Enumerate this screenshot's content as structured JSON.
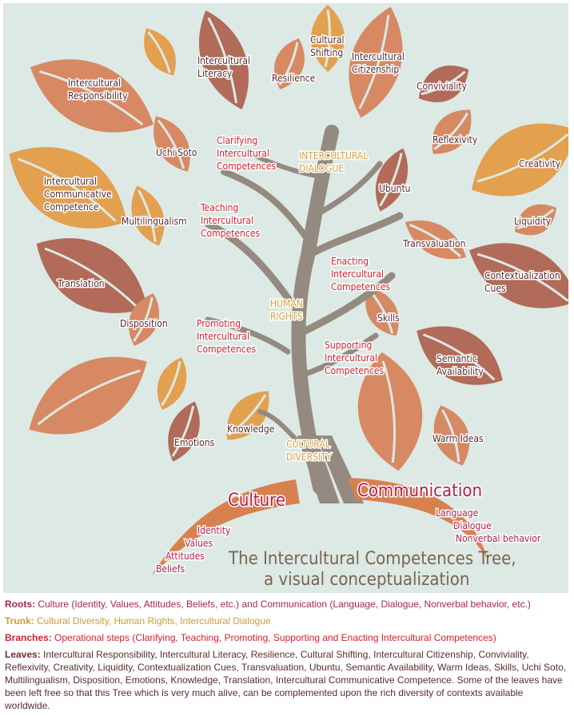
{
  "colors": {
    "background": "#dce9e5",
    "leaf_orange": "#e3a04f",
    "leaf_brown": "#b16b58",
    "leaf_salmon": "#d78963",
    "trunk": "#948a80",
    "roots": "#d9804f"
  },
  "leaves": {
    "responsibility": [
      "Intercultural",
      "Responsibility"
    ],
    "literacy": [
      "Intercultural",
      "Literacy"
    ],
    "resilience": "Resilience",
    "shifting": [
      "Cultural",
      "Shifting"
    ],
    "citizenship": [
      "Intercultural",
      "Citizenship"
    ],
    "conviviality": "Conviviality",
    "reflexivity": "Reflexivity",
    "creativity": "Creativity",
    "liquidity": "Liquidity",
    "contextualization": [
      "Contextualization",
      "Cues"
    ],
    "transvaluation": "Transvaluation",
    "ubuntu": "Ubuntu",
    "semantic": [
      "Semantic",
      "Availability"
    ],
    "warm": "Warm Ideas",
    "skills": "Skills",
    "uchi": "Uchi Soto",
    "multilingualism": "Multilingualism",
    "icc": [
      "Intercultural",
      "Communicative",
      "Competence"
    ],
    "translation": "Translation",
    "disposition": "Disposition",
    "emotions": "Emotions",
    "knowledge": "Knowledge"
  },
  "branches": {
    "clarifying": [
      "Clarifying",
      "Intercultural",
      "Competences"
    ],
    "teaching": [
      "Teaching",
      "Intercultural",
      "Competences"
    ],
    "enacting": [
      "Enacting",
      "Intercultural",
      "Competences"
    ],
    "promoting": [
      "Promoting",
      "Intercultural",
      "Competences"
    ],
    "supporting": [
      "Supporting",
      "Intercultural",
      "Competences"
    ]
  },
  "trunk": {
    "dialogue": [
      "INTERCULTURAL",
      "DIALOGUE"
    ],
    "rights": [
      "HUMAN",
      "RIGHTS"
    ],
    "diversity": [
      "CULTURAL",
      "DIVERSITY"
    ]
  },
  "roots": {
    "culture": "Culture",
    "culture_items": [
      "Identity",
      "Values",
      "Attitudes",
      "Beliefs"
    ],
    "communication": "Communication",
    "communication_items": [
      "Language",
      "Dialogue",
      "Nonverbal behavior"
    ]
  },
  "title": [
    "The Intercultural Competences Tree,",
    "a visual conceptualization"
  ],
  "caption": {
    "roots_label": "Roots:",
    "roots_text": " Culture (Identity, Values, Attitudes, Beliefs, etc.) and Communication (Language, Dialogue, Nonverbal behavior, etc.)",
    "trunk_label": "Trunk:",
    "trunk_text": " Cultural Diversity, Human Rights, Intercultural Dialogue",
    "branches_label": "Branches:",
    "branches_text": " Operational steps (Clarifying, Teaching, Promoting, Supporting and Enacting Intercultural Competences)",
    "leaves_label": "Leaves:",
    "leaves_text": "  Intercultural Responsibility, Intercultural Literacy, Resilience, Cultural Shifting, Intercultural Citizenship, Conviviality, Reflexivity, Creativity, Liquidity, Contextualization Cues, Transvaluation, Ubuntu, Semantic Availability, Warm Ideas, Skills, Uchi Soto, Multilingualism, Disposition, Emotions, Knowledge, Translation, Intercultural Communicative Competence. Some of the leaves have been left free so that this Tree which is very much alive, can be complemented upon the rich diversity of contexts available worldwide."
  }
}
